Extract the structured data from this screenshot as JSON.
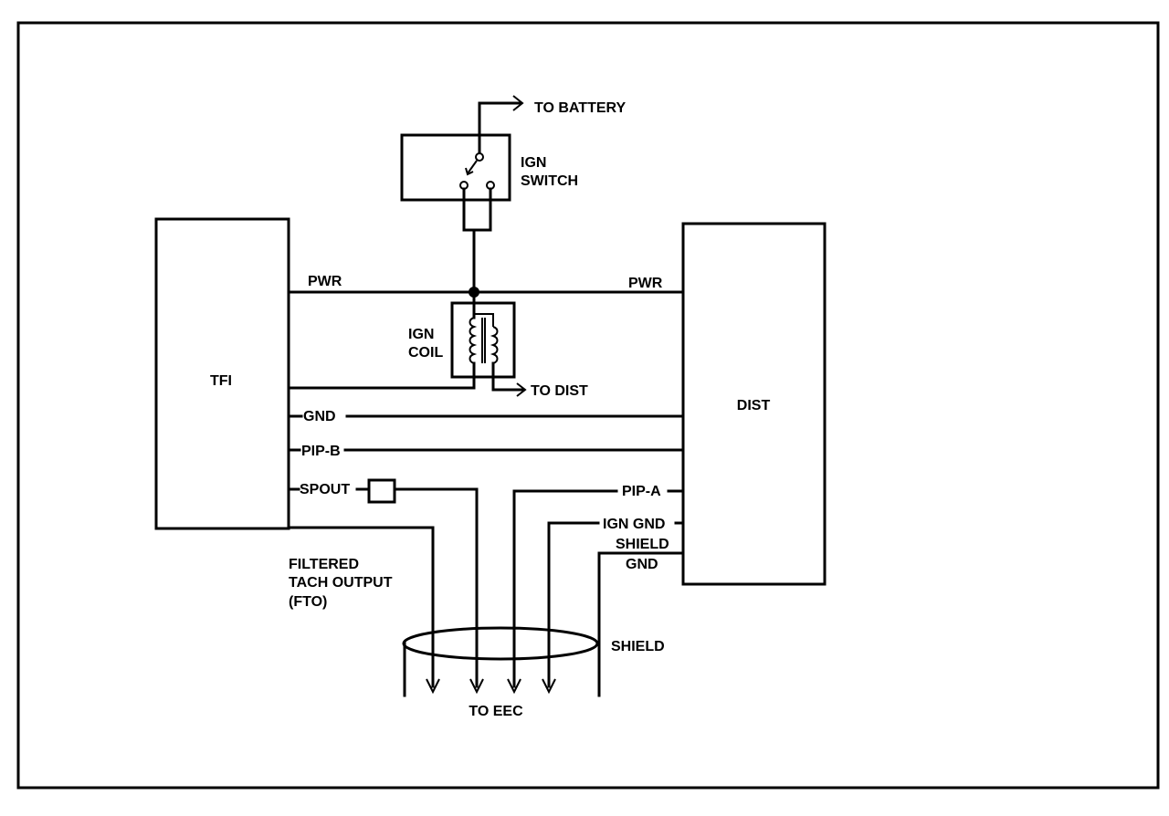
{
  "labels": {
    "to_battery": "TO BATTERY",
    "ign_switch_1": "IGN",
    "ign_switch_2": "SWITCH",
    "pwr_left": "PWR",
    "pwr_right": "PWR",
    "ign_coil_1": "IGN",
    "ign_coil_2": "COIL",
    "tfi": "TFI",
    "dist": "DIST",
    "to_dist": "TO DIST",
    "gnd": "GND",
    "pip_b": "PIP-B",
    "spout": "SPOUT",
    "pip_a": "PIP-A",
    "ign_gnd": "IGN GND",
    "shield_gnd_1": "SHIELD",
    "shield_gnd_2": "GND",
    "fto_1": "FILTERED",
    "fto_2": "TACH OUTPUT",
    "fto_3": "(FTO)",
    "shield": "SHIELD",
    "to_eec": "TO EEC"
  }
}
